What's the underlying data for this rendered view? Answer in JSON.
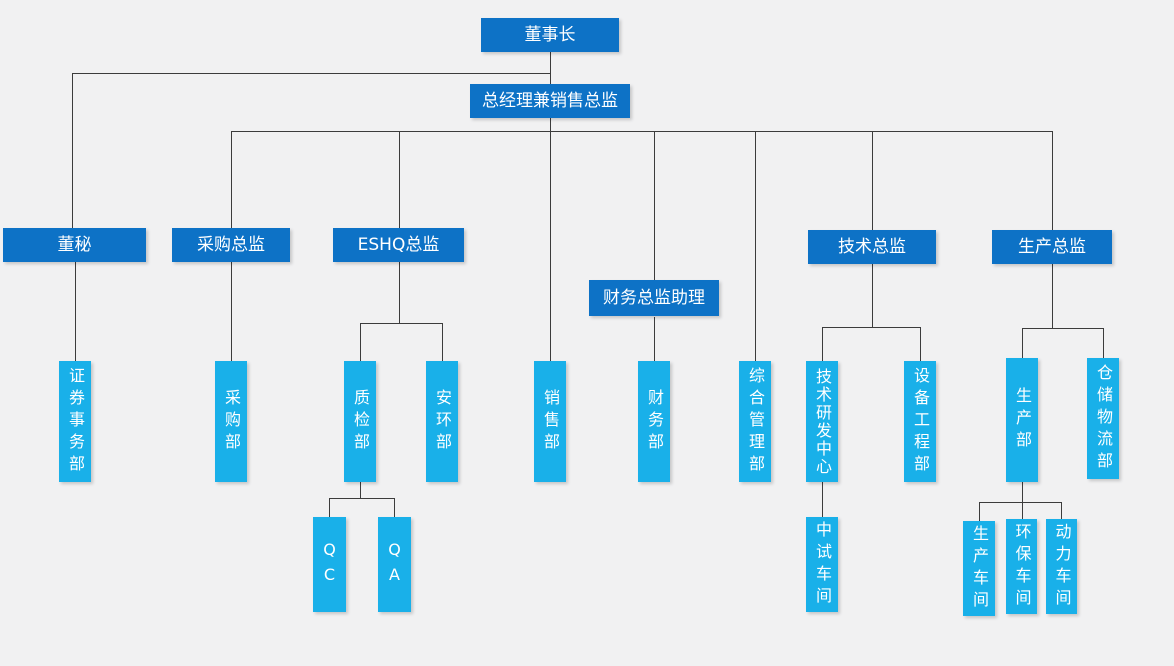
{
  "diagram": {
    "type": "org-chart",
    "language": "zh-CN"
  },
  "colors": {
    "background": "#f1f1f2",
    "level_box": "#0d72c6",
    "dept_box": "#19b0e9",
    "connector": "#3c3c3c"
  },
  "nodes": {
    "chairman": {
      "label": "董事长"
    },
    "general_manager": {
      "label": "总经理兼销售总监"
    },
    "board_secretary": {
      "label": "董秘"
    },
    "procurement_director": {
      "label": "采购总监"
    },
    "eshq_director": {
      "label": "ESHQ总监"
    },
    "finance_director_assistant": {
      "label": "财务总监助理"
    },
    "technical_director": {
      "label": "技术总监"
    },
    "production_director": {
      "label": "生产总监"
    },
    "securities_affairs_dept": {
      "label": "证券事务部"
    },
    "procurement_dept": {
      "label": "采购部"
    },
    "quality_inspection_dept": {
      "label": "质检部"
    },
    "safety_environment_dept": {
      "label": "安环部"
    },
    "sales_dept": {
      "label": "销售部"
    },
    "finance_dept": {
      "label": "财务部"
    },
    "general_management_dept": {
      "label": "综合管理部"
    },
    "technology_rd_center": {
      "label": "技术研发中心"
    },
    "equipment_engineering_dept": {
      "label": "设备工程部"
    },
    "production_dept": {
      "label": "生产部"
    },
    "warehouse_logistics_dept": {
      "label": "仓储物流部"
    },
    "qc_team": {
      "label": "QC"
    },
    "qa_team": {
      "label": "QA"
    },
    "pilot_workshop": {
      "label": "中试车间"
    },
    "production_workshop": {
      "label": "生产车间"
    },
    "environmental_workshop": {
      "label": "环保车间"
    },
    "power_workshop": {
      "label": "动力车间"
    }
  }
}
